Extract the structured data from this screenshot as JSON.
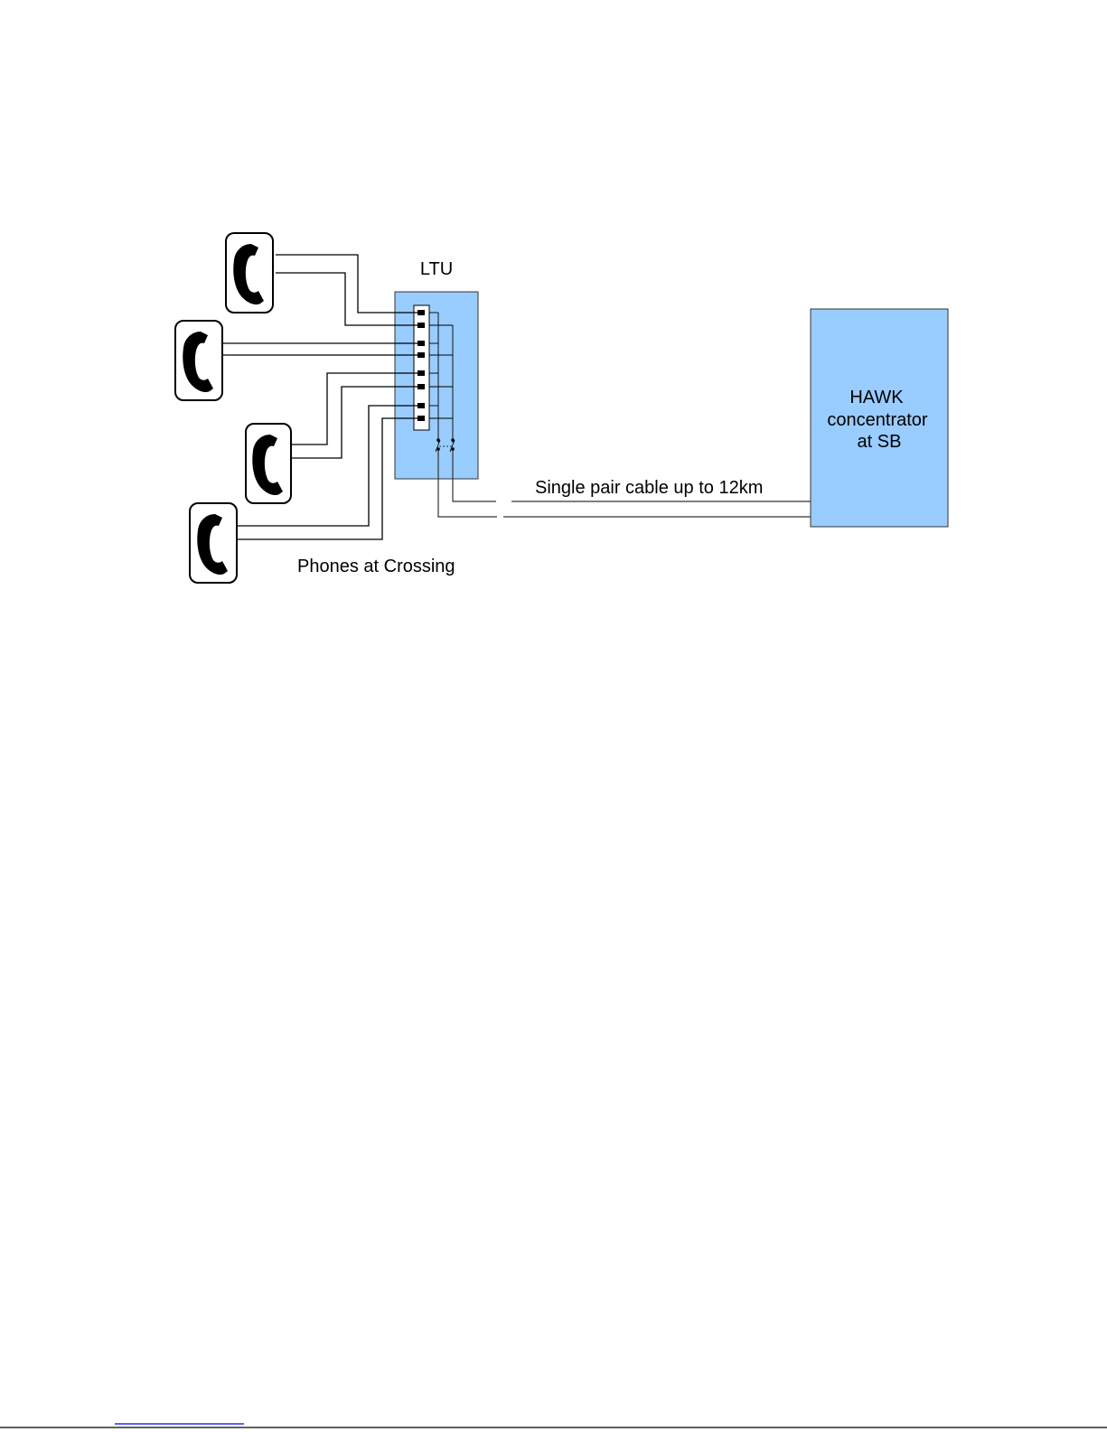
{
  "diagram": {
    "ltu_label": "LTU",
    "hawk_label_lines": [
      "HAWK",
      "concentrator",
      "at SB"
    ],
    "cable_label": "Single pair cable up to 12km",
    "phones_label": "Phones at Crossing",
    "phone_icon": "telephone-handset-icon",
    "colors": {
      "box_fill": "#99ccff",
      "wire": "#000000"
    }
  }
}
